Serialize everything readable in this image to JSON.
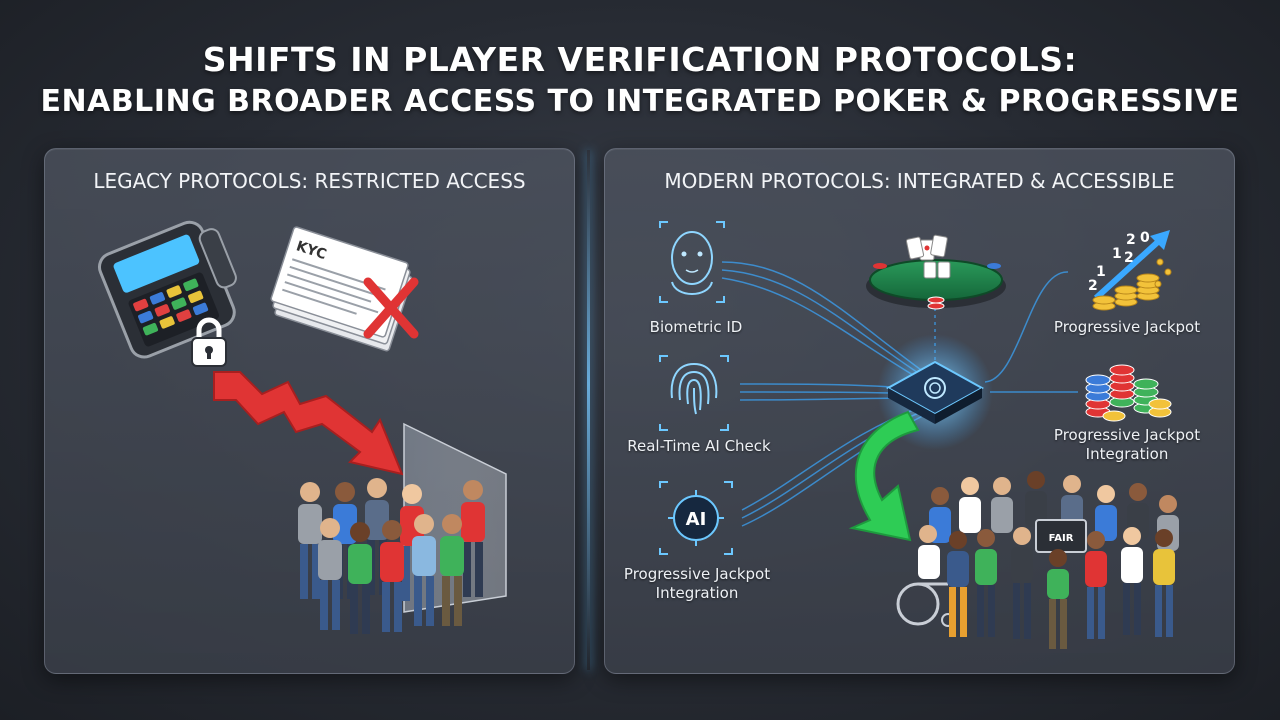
{
  "title": {
    "line1": "SHIFTS IN PLAYER VERIFICATION PROTOCOLS:",
    "line2": "ENABLING BROADER ACCESS TO INTEGRATED POKER & PROGRESSIVE"
  },
  "left_panel": {
    "heading": "LEGACY PROTOCOLS: RESTRICTED ACCESS",
    "document_label": "KYC"
  },
  "right_panel": {
    "heading": "MODERN PROTOCOLS: INTEGRATED & ACCESSIBLE",
    "inputs": [
      {
        "label": "Biometric ID",
        "icon": "face-scan-icon"
      },
      {
        "label": "Real-Time AI Check",
        "icon": "fingerprint-icon"
      },
      {
        "label": "Progressive Jackpot Integration",
        "icon": "ai-chip-icon",
        "badge": "AI"
      }
    ],
    "outputs": [
      {
        "label": "Progressive Jackpot",
        "icon": "jackpot-growth-icon",
        "digits": [
          "2",
          "0",
          "1",
          "2",
          "1",
          "2"
        ]
      },
      {
        "label": "Progressive Jackpot Integration",
        "icon": "chip-stacks-icon"
      }
    ],
    "screen_label": "FAIR"
  },
  "colors": {
    "accent_blue": "#3aa8ff",
    "red_arrow": "#e03434",
    "green_arrow": "#2ecc55",
    "panel_bg": "#4a505c"
  }
}
